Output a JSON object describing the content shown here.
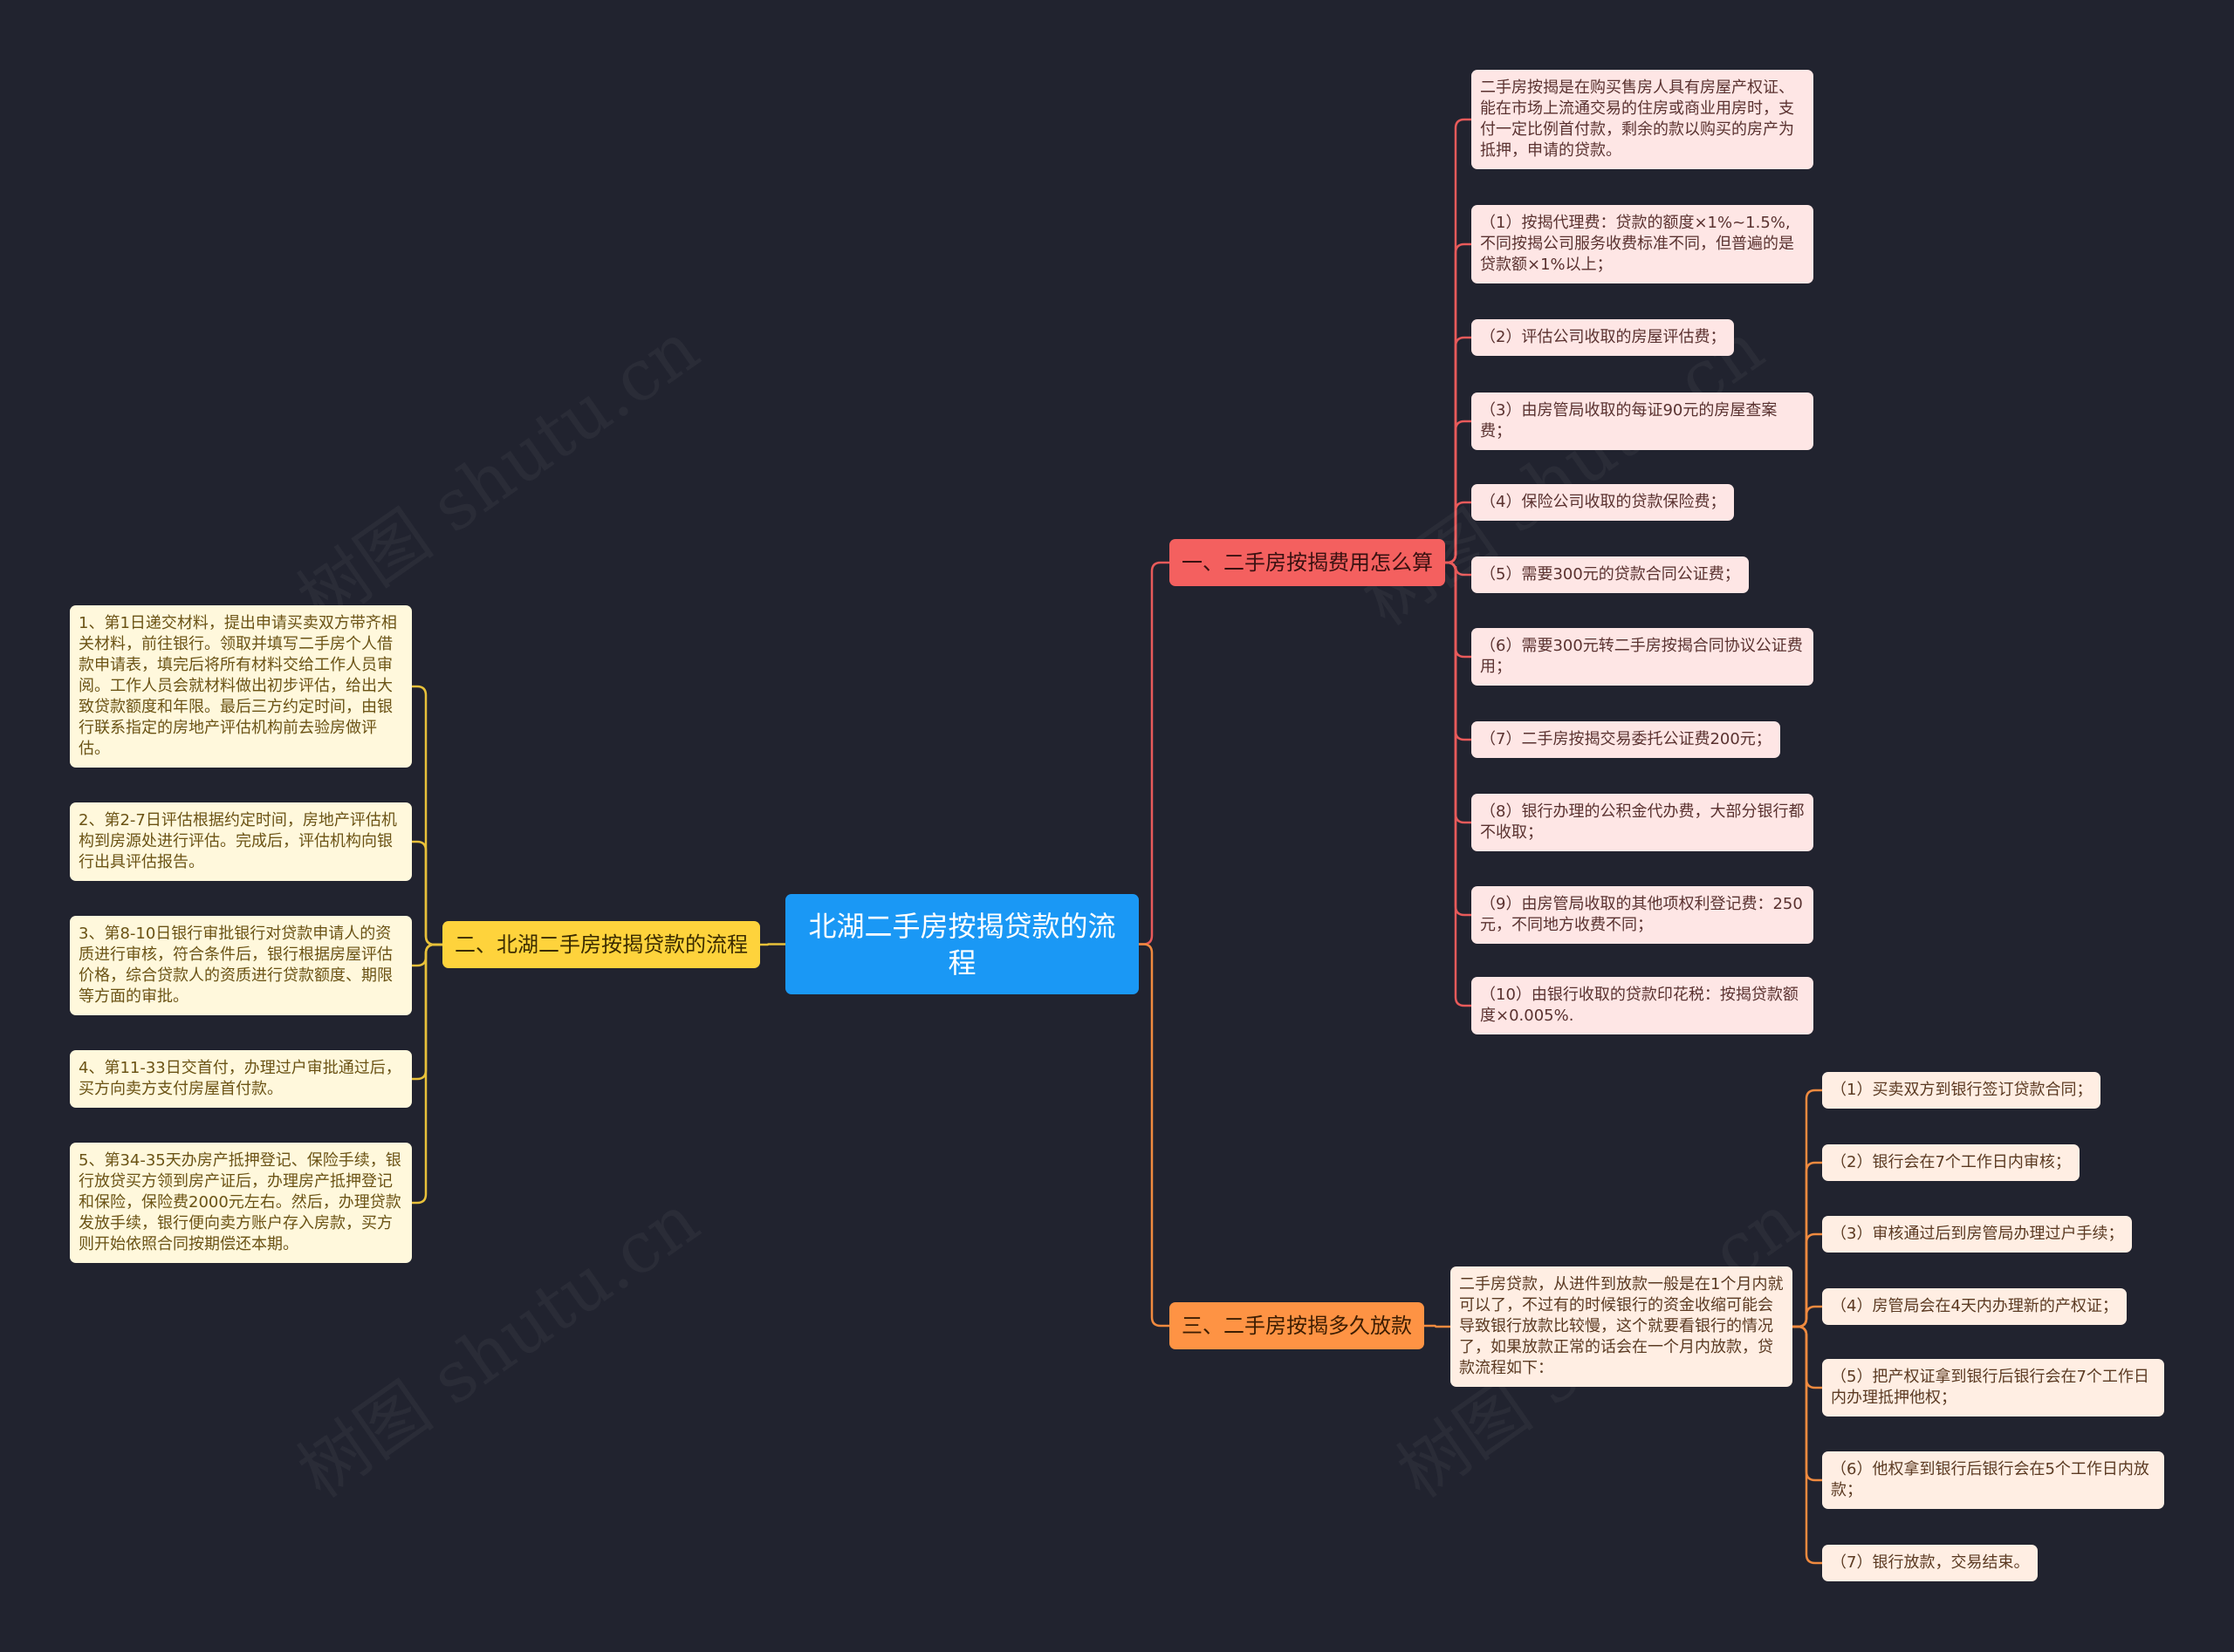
{
  "watermark": "树图 shutu.cn",
  "colors": {
    "background": "#21232f",
    "root": "#1a98f5",
    "branch1": "#f4605f",
    "branch2": "#fed33c",
    "branch3": "#fe9344",
    "link1": "#e85a5a",
    "link2": "#e8c13a",
    "link3": "#f08a3f"
  },
  "root": {
    "label": "北湖二手房按揭贷款的流程"
  },
  "branches": [
    {
      "label": "一、二手房按揭费用怎么算",
      "leaves": [
        "二手房按揭是在购买售房人具有房屋产权证、能在市场上流通交易的住房或商业用房时，支付一定比例首付款，剩余的款以购买的房产为抵押，申请的贷款。",
        "（1）按揭代理费：贷款的额度×1%~1.5%,不同按揭公司服务收费标准不同，但普遍的是贷款额×1%以上；",
        "（2）评估公司收取的房屋评估费；",
        "（3）由房管局收取的每证90元的房屋查案费；",
        "（4）保险公司收取的贷款保险费；",
        "（5）需要300元的贷款合同公证费；",
        "（6）需要300元转二手房按揭合同协议公证费用；",
        "（7）二手房按揭交易委托公证费200元；",
        "（8）银行办理的公积金代办费，大部分银行都不收取；",
        "（9）由房管局收取的其他项权利登记费：250元，不同地方收费不同；",
        "（10）由银行收取的贷款印花税：按揭贷款额度×0.005%."
      ]
    },
    {
      "label": "二、北湖二手房按揭贷款的流程",
      "leaves": [
        "1、第1日递交材料，提出申请买卖双方带齐相关材料，前往银行。领取并填写二手房个人借款申请表，填完后将所有材料交给工作人员审阅。工作人员会就材料做出初步评估，给出大致贷款额度和年限。最后三方约定时间，由银行联系指定的房地产评估机构前去验房做评估。",
        "2、第2-7日评估根据约定时间，房地产评估机构到房源处进行评估。完成后，评估机构向银行出具评估报告。",
        "3、第8-10日银行审批银行对贷款申请人的资质进行审核，符合条件后，银行根据房屋评估价格，综合贷款人的资质进行贷款额度、期限等方面的审批。",
        "4、第11-33日交首付，办理过户审批通过后，买方向卖方支付房屋首付款。",
        "5、第34-35天办房产抵押登记、保险手续，银行放贷买方领到房产证后，办理房产抵押登记和保险，保险费2000元左右。然后，办理贷款发放手续，银行便向卖方账户存入房款，买方则开始依照合同按期偿还本期。"
      ]
    },
    {
      "label": "三、二手房按揭多久放款",
      "intro": "二手房贷款，从进件到放款一般是在1个月内就可以了，不过有的时候银行的资金收缩可能会导致银行放款比较慢，这个就要看银行的情况了，如果放款正常的话会在一个月内放款，贷款流程如下：",
      "leaves": [
        "（1）买卖双方到银行签订贷款合同；",
        "（2）银行会在7个工作日内审核；",
        "（3）审核通过后到房管局办理过户手续；",
        "（4）房管局会在4天内办理新的产权证；",
        "（5）把产权证拿到银行后银行会在7个工作日内办理抵押他权；",
        "（6）他权拿到银行后银行会在5个工作日内放款；",
        "（7）银行放款，交易结束。"
      ]
    }
  ]
}
